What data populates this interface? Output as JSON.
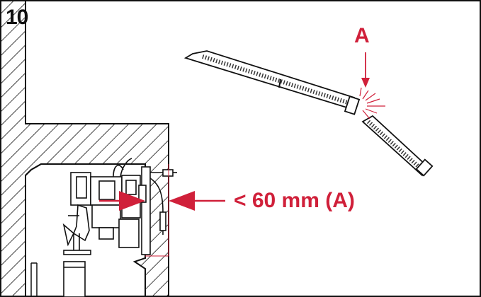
{
  "step": {
    "number": "10"
  },
  "callout": {
    "label": "A"
  },
  "measurement": {
    "text": "< 60 mm (A)"
  },
  "colors": {
    "accent": "#d0203a",
    "line": "#111111",
    "background": "#ffffff"
  }
}
